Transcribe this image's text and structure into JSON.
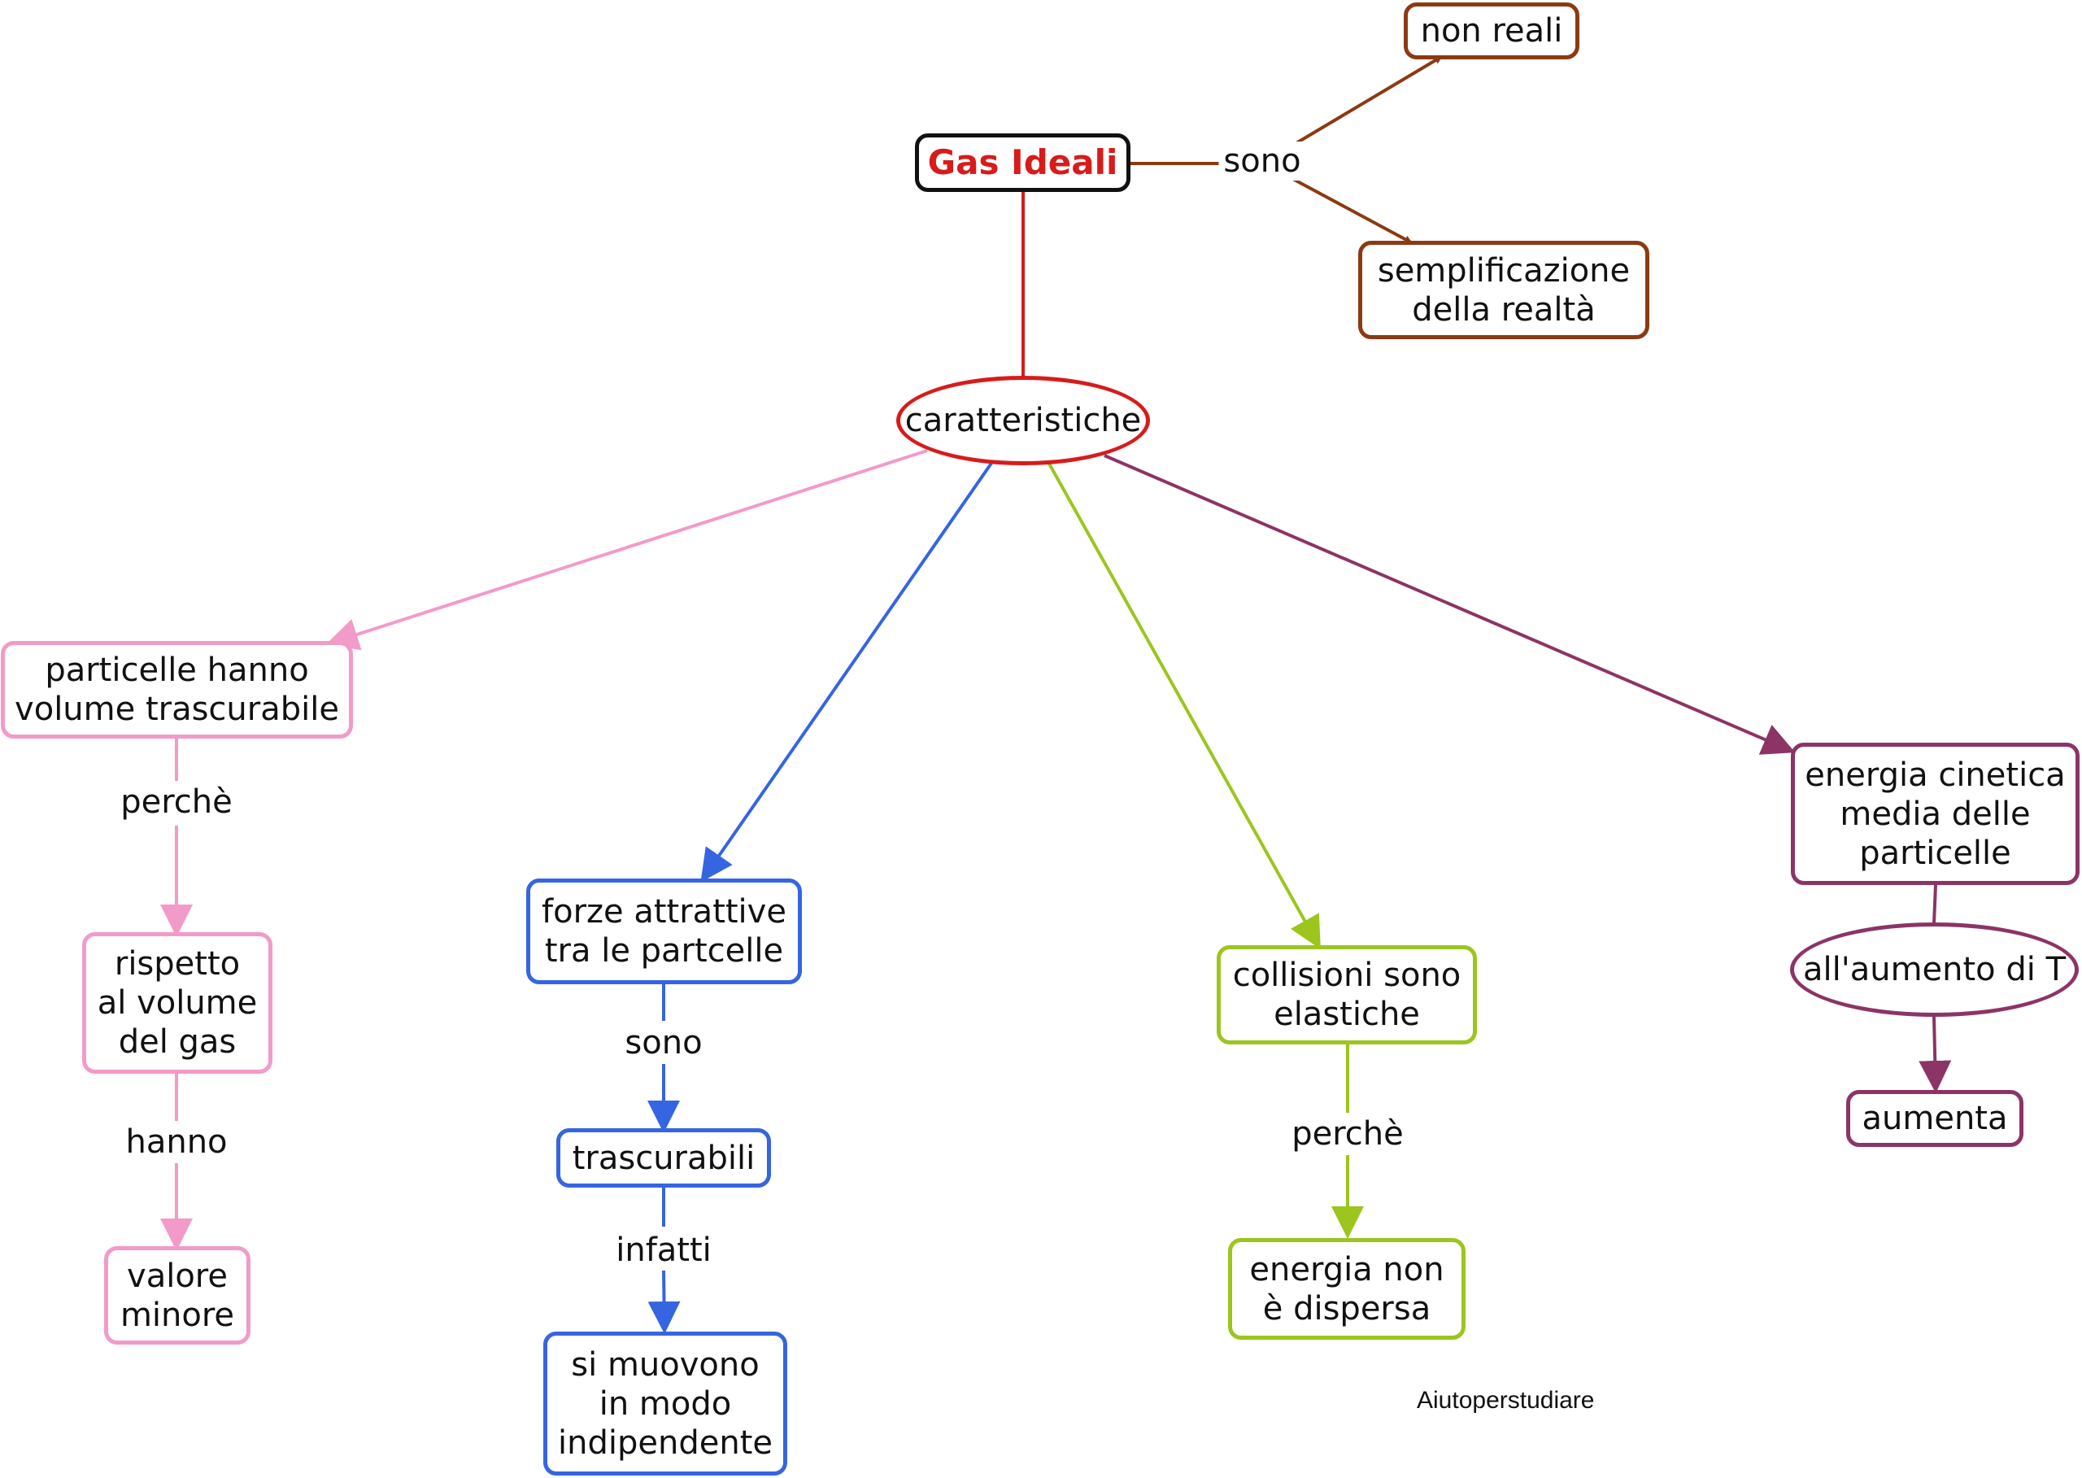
{
  "nodes": {
    "gas_ideali": "Gas Ideali",
    "non_reali": "non reali",
    "semplificazione": "semplificazione\ndella realtà",
    "caratteristiche": "caratteristiche",
    "particelle_volume": "particelle hanno\nvolume trascurabile",
    "rispetto_volume": "rispetto\nal volume\ndel gas",
    "valore_minore": "valore\nminore",
    "forze_attrattive": "forze attrattive\ntra le partcelle",
    "trascurabili": "trascurabili",
    "si_muovono": "si muovono\nin modo\nindipendente",
    "collisioni": "collisioni sono\nelastiche",
    "energia_non_dispersa": "energia non\nè dispersa",
    "energia_cinetica": "energia cinetica\nmedia delle\nparticelle",
    "aumento_T": "all'aumento di T",
    "aumenta": "aumenta"
  },
  "link_labels": {
    "sono_top": "sono",
    "perche_pink": "perchè",
    "hanno_pink": "hanno",
    "sono_blue": "sono",
    "infatti_blue": "infatti",
    "perche_green": "perchè"
  },
  "watermark": "Aiutoperstudiare",
  "colors": {
    "brown": "#8b3a12",
    "red": "#d81b1b",
    "pink": "#f29ac8",
    "blue": "#3565e0",
    "green": "#9cc51e",
    "plum": "#8c3466"
  }
}
